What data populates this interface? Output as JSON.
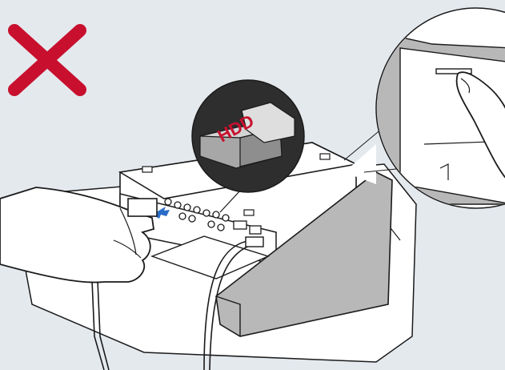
{
  "illustration": {
    "hdd_label": "HDD",
    "icons": {
      "warning_mark": "red-x-icon",
      "device": "set-top-box-illustration",
      "zoom_left": "hdd-zoom-inset",
      "zoom_right": "slot-zoom-inset"
    },
    "colors": {
      "background": "#e4e9ee",
      "warning_red": "#c8102e",
      "hdd_label_red": "#c8102e",
      "outline": "#1a1a1a",
      "inset_dark": "#2e2e2e",
      "panel_gray": "#b8b8b8"
    }
  }
}
